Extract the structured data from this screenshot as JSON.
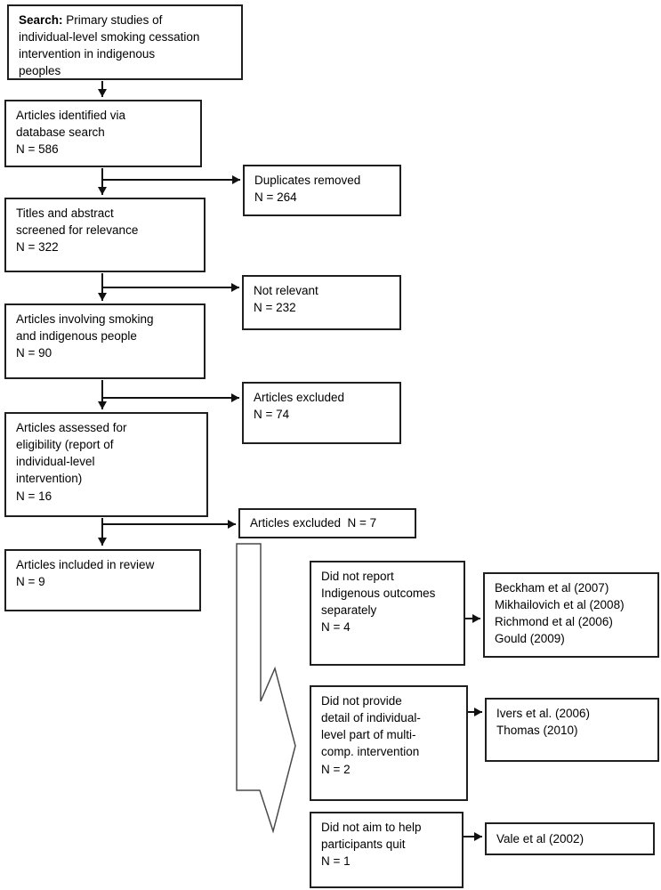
{
  "figure": {
    "type": "prisma-flowchart",
    "description": "Article screening flow diagram for a systematic review of smoking cessation interventions in indigenous peoples"
  },
  "colors": {
    "box_border": "#1f1f1f",
    "connector": "#111111",
    "big_arrow_outline": "#4a4a4a",
    "background": "#ffffff",
    "text": "#000000"
  },
  "flow": {
    "search_box": {
      "prefix": "Search:",
      "text": "Primary studies of\nindividual-level smoking cessation\nintervention in indigenous\npeoples"
    },
    "main": [
      {
        "text": "Articles identified via\ndatabase search\nN = 586"
      },
      {
        "text": "Titles and abstract\nscreened for relevance\nN = 322"
      },
      {
        "text": "Articles involving smoking\nand indigenous people\nN = 90"
      },
      {
        "text": "Articles assessed for\neligibility (report of\nindividual-level\nintervention)\nN = 16"
      },
      {
        "text": "Articles included in review\nN = 9"
      }
    ],
    "side": [
      {
        "text": "Duplicates removed\nN = 264"
      },
      {
        "text": "Not relevant\nN = 232"
      },
      {
        "text": "Articles excluded\nN = 74"
      },
      {
        "text": "Articles excluded  N = 7"
      }
    ],
    "reasons": [
      {
        "text": "Did not report\nIndigenous outcomes\nseparately\nN = 4"
      },
      {
        "text": "Did not provide\ndetail of individual-\nlevel part of multi-\ncomp. intervention\nN = 2"
      },
      {
        "text": "Did not aim to help\nparticipants quit\nN = 1"
      }
    ],
    "references": [
      {
        "text": "Beckham et al (2007)\nMikhailovich et al (2008)\nRichmond et al (2006)\nGould (2009)"
      },
      {
        "text": "Ivers et al. (2006)\nThomas (2010)"
      },
      {
        "text": "Vale et al (2002)"
      }
    ]
  }
}
